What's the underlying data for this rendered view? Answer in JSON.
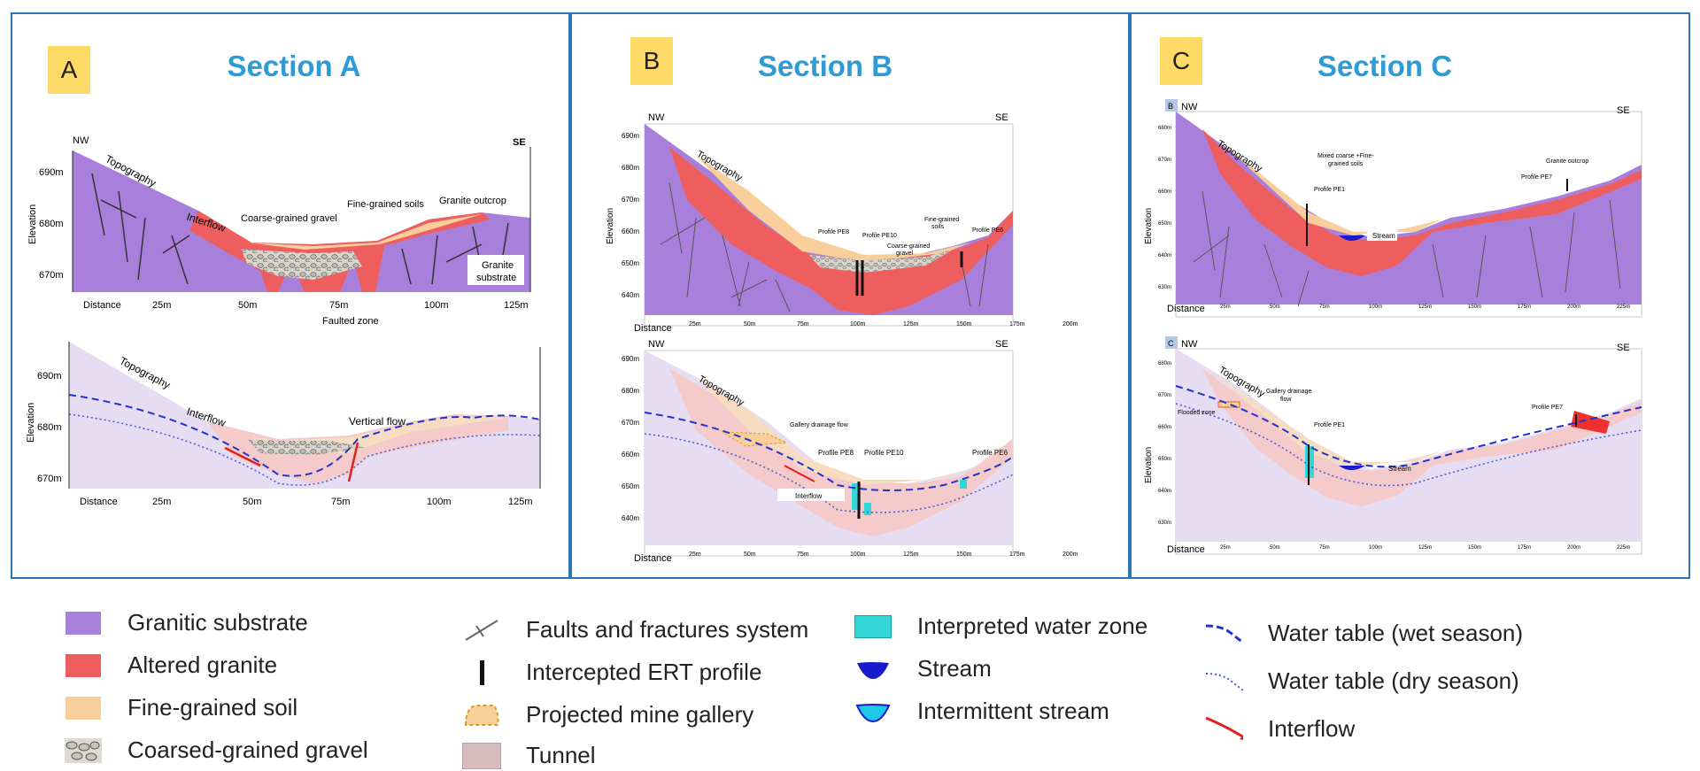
{
  "panels": [
    {
      "badge": "A",
      "title": "Section A",
      "top": {
        "nw": "NW",
        "se": "SE",
        "elev": [
          "690m",
          "680m",
          "670m"
        ],
        "elevation_label": "Elevation",
        "distance_label": "Distance",
        "distances": [
          "25m",
          "50m",
          "75m",
          "100m",
          "125m"
        ],
        "labels": {
          "topography": "Topography",
          "interflow": "Interflow",
          "coarse": "Coarse-grained gravel",
          "fine": "Fine-grained soils",
          "outcrop": "Granite outcrop",
          "substrate_1": "Granite",
          "substrate_2": "substrate",
          "faulted": "Faulted zone"
        }
      },
      "bottom": {
        "elev": [
          "690m",
          "680m",
          "670m"
        ],
        "elevation_label": "Elevation",
        "distance_label": "Distance",
        "distances": [
          "25m",
          "50m",
          "75m",
          "100m",
          "125m"
        ],
        "labels": {
          "topography": "Topography",
          "interflow": "Interflow",
          "vertical": "Vertical flow"
        }
      }
    },
    {
      "badge": "B",
      "title": "Section B",
      "top": {
        "nw": "NW",
        "se": "SE",
        "elev": [
          "690m",
          "680m",
          "670m",
          "660m",
          "650m",
          "640m"
        ],
        "elevation_label": "Elevation",
        "distance_label": "Distance",
        "distances": [
          "25m",
          "50m",
          "75m",
          "100m",
          "125m",
          "150m",
          "175m",
          "200m"
        ],
        "labels": {
          "topography": "Topography",
          "pe8": "Profile PE8",
          "pe10": "Profile PE10",
          "coarse_1": "Coarse-grained",
          "coarse_2": "gravel",
          "fine_1": "Fine-grained",
          "fine_2": "soils",
          "pe6": "Profile PE6"
        }
      },
      "bottom": {
        "nw": "NW",
        "se": "SE",
        "elev": [
          "690m",
          "680m",
          "670m",
          "660m",
          "650m",
          "640m"
        ],
        "distance_label": "Distance",
        "distances": [
          "25m",
          "50m",
          "75m",
          "100m",
          "125m",
          "150m",
          "175m",
          "200m"
        ],
        "labels": {
          "topography": "Topography",
          "gallery": "Gallery drainage flow",
          "pe8": "Profile PE8",
          "pe10": "Profile PE10",
          "pe6": "Profile PE6",
          "interflow": "Interflow"
        }
      }
    },
    {
      "badge": "C",
      "title": "Section C",
      "top": {
        "tag": "B",
        "nw": "NW",
        "se": "SE",
        "elev": [
          "680m",
          "670m",
          "660m",
          "650m",
          "640m",
          "630m"
        ],
        "elevation_label": "Elevation",
        "distance_label": "Distance",
        "distances": [
          "25m",
          "50m",
          "75m",
          "100m",
          "125m",
          "150m",
          "175m",
          "200m",
          "225m"
        ],
        "labels": {
          "topography": "Topography",
          "mixed_1": "Mixed coarse +Fine-",
          "mixed_2": "grained soils",
          "pe1": "Profile PE1",
          "stream": "Stream",
          "outcrop": "Granite outcrop",
          "pe7": "Profile PE7"
        }
      },
      "bottom": {
        "tag": "C",
        "nw": "NW",
        "se": "SE",
        "elev": [
          "680m",
          "670m",
          "660m",
          "650m",
          "640m",
          "630m"
        ],
        "elevation_label": "Elevation",
        "distance_label": "Distance",
        "distances": [
          "25m",
          "50m",
          "75m",
          "100m",
          "125m",
          "150m",
          "175m",
          "200m",
          "225m"
        ],
        "labels": {
          "topography": "Topography",
          "gallery_1": "Gallery drainage",
          "gallery_2": "flow",
          "flooded": "Flooded zone",
          "pe1": "Profile PE1",
          "stream": "Stream",
          "pe7": "Profile PE7"
        }
      }
    }
  ],
  "legend": [
    {
      "label": "Granitic substrate",
      "symbol": "swatch",
      "color": "#a97fdc"
    },
    {
      "label": "Altered granite",
      "symbol": "swatch",
      "color": "#ef5e5e"
    },
    {
      "label": "Fine-grained soil",
      "symbol": "swatch",
      "color": "#f8cf9b"
    },
    {
      "label": "Coarsed-grained gravel",
      "symbol": "gravel"
    },
    {
      "label": "Faults and fractures system",
      "symbol": "fault"
    },
    {
      "label": "Intercepted ERT profile",
      "symbol": "ert"
    },
    {
      "label": "Projected mine gallery",
      "symbol": "gallery"
    },
    {
      "label": "Tunnel",
      "symbol": "swatch",
      "color": "#d6bcbc"
    },
    {
      "label": "Interpreted water zone",
      "symbol": "swatch",
      "color": "#33d6d6"
    },
    {
      "label": "Stream",
      "symbol": "stream"
    },
    {
      "label": "Intermittent stream",
      "symbol": "intermittent-stream"
    },
    {
      "label": "Water table (wet season)",
      "symbol": "wet-table"
    },
    {
      "label": "Water table (dry season)",
      "symbol": "dry-table"
    },
    {
      "label": "Interflow",
      "symbol": "interflow-arrow"
    }
  ],
  "colors": {
    "substrate": "#a97fdc",
    "altered": "#ef5e5e",
    "soil": "#f8cf9b",
    "title": "#2e9bd6",
    "border": "#2e75b6",
    "badge": "#ffd966"
  }
}
